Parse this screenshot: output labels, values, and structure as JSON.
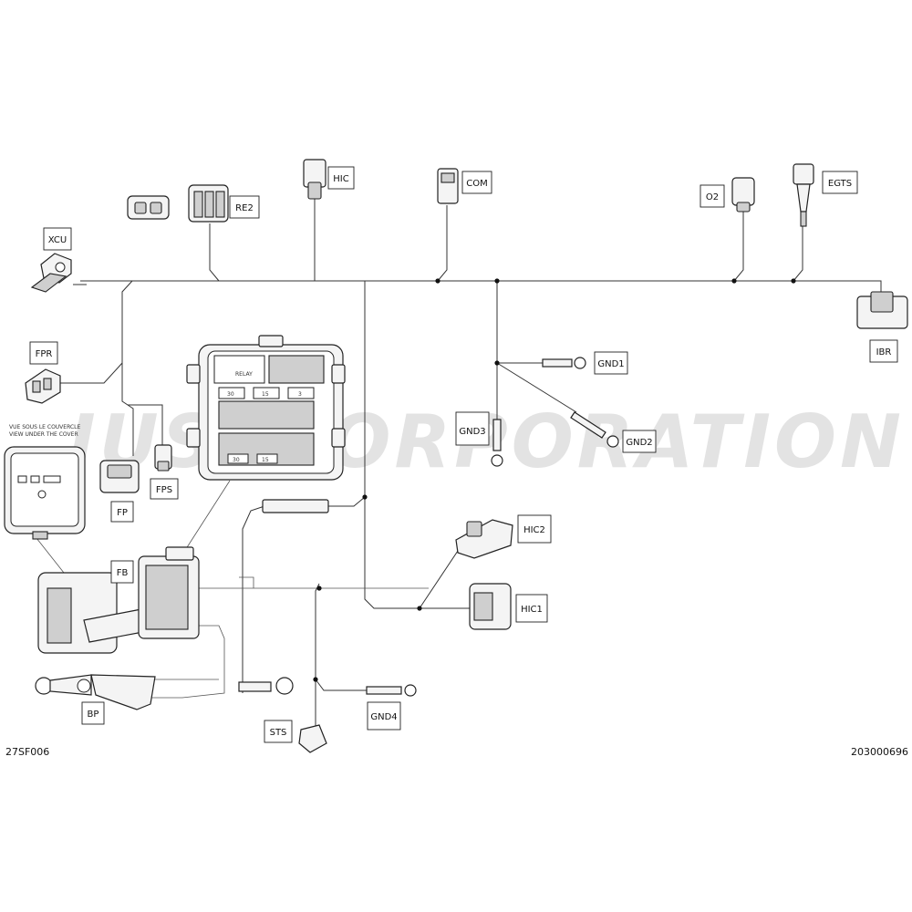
{
  "watermark": "JUSTPORPORATION",
  "codes": {
    "left": "27SF006",
    "right": "203000696"
  },
  "labels": {
    "XCU": "XCU",
    "RE2": "RE2",
    "HIC": "HIC",
    "COM": "COM",
    "O2": "O2",
    "EGTS": "EGTS",
    "IBR": "IBR",
    "FPR": "FPR",
    "FP": "FP",
    "FPS": "FPS",
    "GND1": "GND1",
    "GND2": "GND2",
    "GND3": "GND3",
    "HIC2": "HIC2",
    "HIC1": "HIC1",
    "FB": "FB",
    "BP": "BP",
    "STS": "STS",
    "GND4": "GND4"
  },
  "fusebox_text": {
    "relay": "RELAY",
    "f30a": "30",
    "f15a": "15",
    "f3": "3",
    "f30b": "30",
    "f15b": "15"
  },
  "cover_text": [
    "VUE SOUS LE COUVERCLE",
    "VIEW UNDER THE COVER"
  ]
}
